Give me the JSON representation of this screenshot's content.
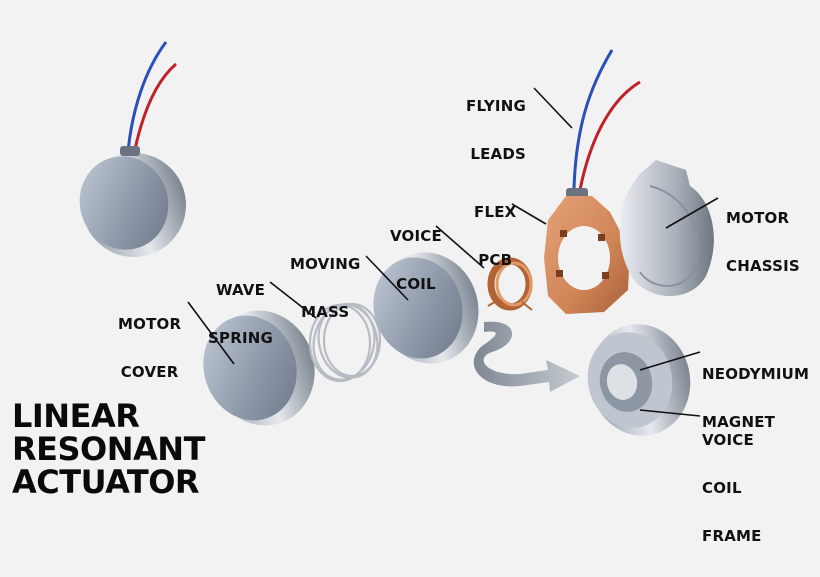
{
  "title_lines": [
    "LINEAR",
    "RESONANT",
    "ACTUATOR"
  ],
  "labels": {
    "flying_leads": [
      "FLYING",
      "LEADS"
    ],
    "flex_pcb": [
      "FLEX",
      "PCB"
    ],
    "motor_chassis": [
      "MOTOR",
      "CHASSIS"
    ],
    "voice_coil": [
      "VOICE",
      "COIL"
    ],
    "moving_mass": [
      "MOVING",
      "MASS"
    ],
    "wave_spring": [
      "WAVE",
      "SPRING"
    ],
    "motor_cover": [
      "MOTOR",
      "COVER"
    ],
    "neodymium_magnet": [
      "NEODYMIUM",
      "MAGNET"
    ],
    "voice_coil_frame": [
      "VOICE",
      "COIL",
      "FRAME"
    ]
  },
  "colors": {
    "background": "#f2f2f2",
    "metal": "#8f9aab",
    "copper": "#c8743e",
    "wire_red": "#c0202a",
    "wire_blue": "#2a4fb8",
    "leader_line": "#111111"
  }
}
